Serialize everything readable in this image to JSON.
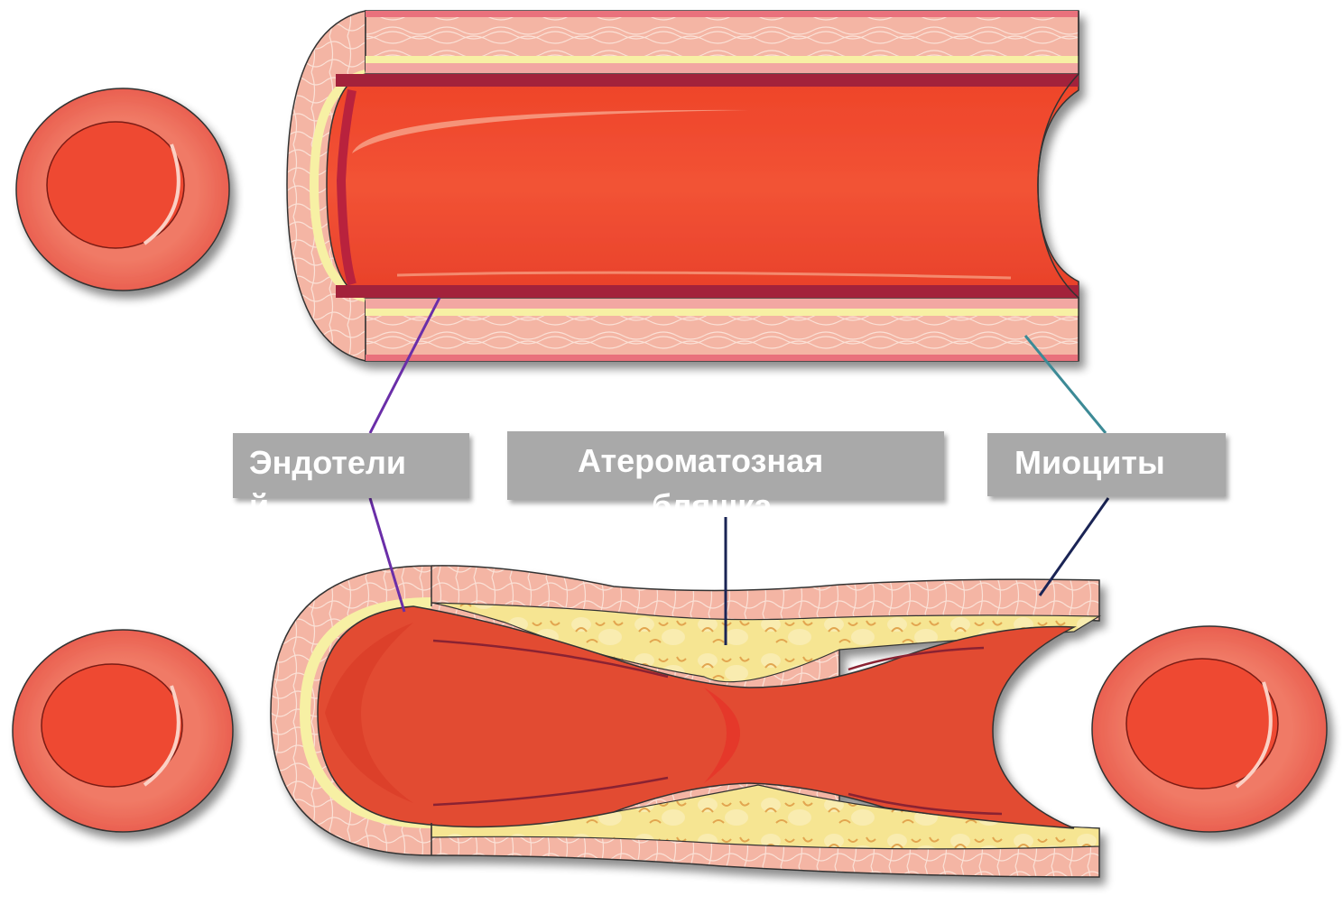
{
  "labels": {
    "endothelium": [
      "Эндотели",
      "й"
    ],
    "plaque": [
      "Атероматозная",
      "бляшка"
    ],
    "myocytes": [
      "Миоциты"
    ]
  },
  "colors": {
    "wall_outer": "#f2a7a2",
    "wall_pink": "#e9717c",
    "elastic_yellow": "#f7f0a4",
    "lumen_red": "#f04e32",
    "lumen_dark": "#a3203a",
    "plaque_yellow": "#f6e592",
    "plaque_inner": "#e2a550",
    "cell_rim": "#ef7060",
    "cell_core": "#ee4a32",
    "label_bg": "#a9a9a9",
    "line_purple": "#6a2ea8",
    "line_teal": "#3c8a96",
    "line_navy": "#1a2455"
  }
}
